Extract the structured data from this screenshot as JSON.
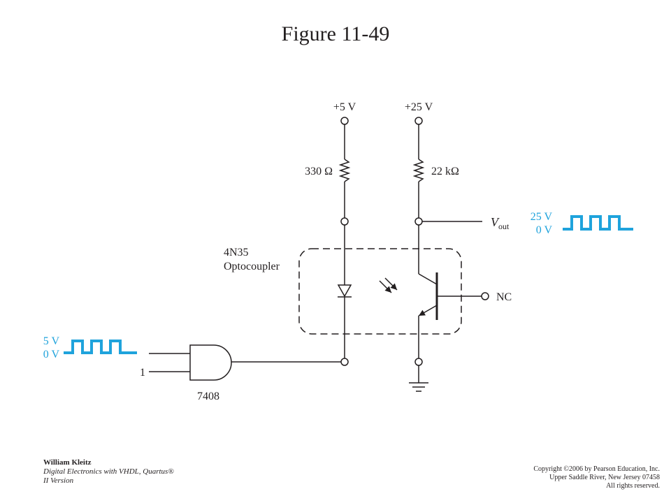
{
  "title": "Figure 11-49",
  "supplies": {
    "v5": "+5 V",
    "v25": "+25 V"
  },
  "resistors": {
    "r1": "330 Ω",
    "r2": "22 kΩ"
  },
  "optocoupler": {
    "part": "4N35",
    "name": "Optocoupler"
  },
  "output": {
    "label_main": "V",
    "label_sub": "out",
    "high": "25 V",
    "low": "0 V"
  },
  "input": {
    "high": "5 V",
    "low": "0 V",
    "logic_one": "1"
  },
  "gate": "7408",
  "nc": "NC",
  "colors": {
    "waveform": "#1fa3dc",
    "lines": "#231f20"
  },
  "footer": {
    "author": "William Kleitz",
    "book_line1": "Digital Electronics with VHDL, Quartus®",
    "book_line2": "II Version",
    "copyright1": "Copyright ©2006 by Pearson Education, Inc.",
    "copyright2": "Upper Saddle River, New Jersey 07458",
    "copyright3": "All rights reserved."
  }
}
